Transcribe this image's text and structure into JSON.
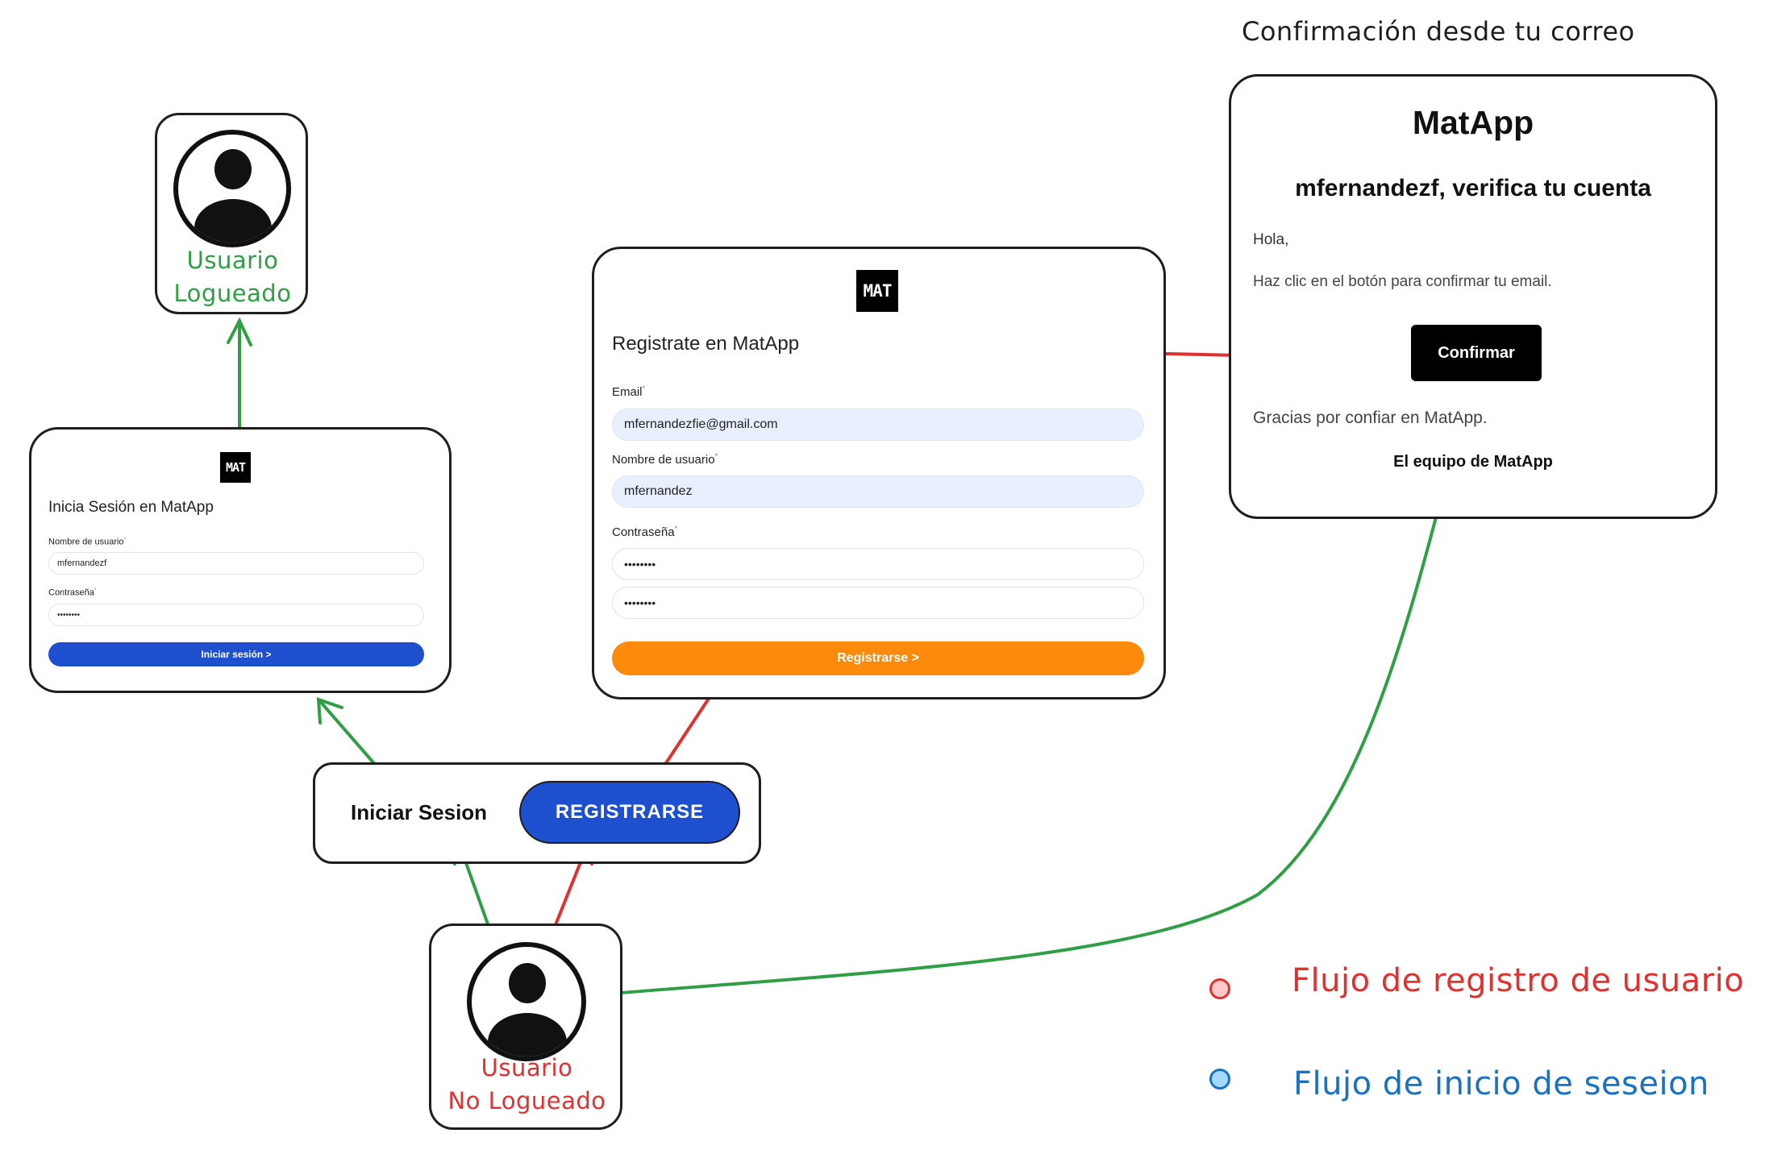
{
  "email_header": "Confirmación desde tu correo",
  "logged_user": {
    "line1": "Usuario",
    "line2": "Logueado"
  },
  "anon_user": {
    "line1": "Usuario",
    "line2": "No Logueado"
  },
  "login_card": {
    "logo": "MAT",
    "title": "Inicia Sesión en MatApp",
    "username_label": "Nombre de usuario",
    "username_value": "mfernandezf",
    "password_label": "Contraseña",
    "password_value": "••••••••",
    "submit_label": "Iniciar sesión >"
  },
  "register_card": {
    "logo": "MAT",
    "title": "Registrate en MatApp",
    "email_label": "Email",
    "email_value": "mfernandezfie@gmail.com",
    "username_label": "Nombre de usuario",
    "username_value": "mfernandez",
    "password_label": "Contraseña",
    "password_value": "••••••••",
    "password_confirm_value": "••••••••",
    "submit_label": "Registrarse >"
  },
  "nav_box": {
    "login_label": "Iniciar Sesion",
    "register_label": "REGISTRARSE"
  },
  "email_card": {
    "brand": "MatApp",
    "heading": "mfernandezf, verifica tu cuenta",
    "greeting": "Hola,",
    "instruction": "Haz clic en el botón para confirmar tu email.",
    "confirm_label": "Confirmar",
    "thanks": "Gracias por confiar en MatApp.",
    "signature": "El equipo de MatApp"
  },
  "legend": {
    "register_flow": "Flujo de registro de usuario",
    "login_flow": "Flujo de inicio de seseion"
  },
  "colors": {
    "green": "#2f9e44",
    "red": "#e03131",
    "blue": "#1971c2",
    "login_button": "#1e4fcf",
    "register_button": "#fd8a0b",
    "nav_register_button": "#1e4fcf",
    "input_autofill": "#e8f0fe"
  }
}
